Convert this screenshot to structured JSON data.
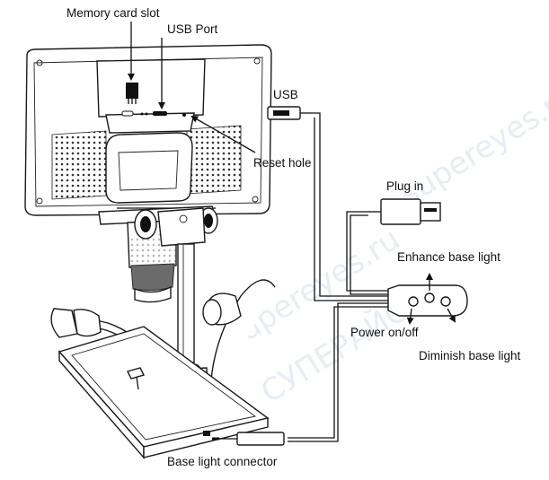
{
  "labels": {
    "memory_card_slot": "Memory card slot",
    "usb_port": "USB Port",
    "reset_hole": "Reset hole",
    "usb": "USB",
    "plug_in": "Plug in",
    "enhance_base_light": "Enhance base light",
    "power_on_off": "Power on/off",
    "diminish_base_light": "Diminish base light",
    "base_light_connector": "Base light connector"
  },
  "watermarks": {
    "url": "supereyes.ru",
    "brand": "СУПЕРАЙС"
  }
}
